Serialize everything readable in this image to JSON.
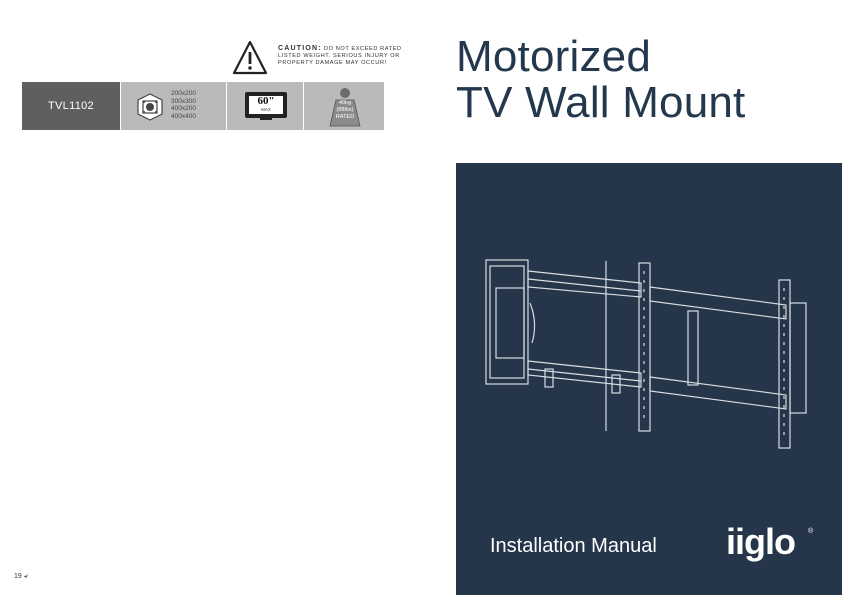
{
  "caution": {
    "title": "CAUTION:",
    "text": "DO NOT EXCEED RATED LISTED WEIGHT. SERIOUS INJURY OR PROPERTY DAMAGE MAY OCCUR!"
  },
  "specs": {
    "model": "TVL1102",
    "vesa": [
      "200x200",
      "300x300",
      "400x200",
      "400x400"
    ],
    "screen_size": "60\"",
    "screen_max": "MAX",
    "weight_kg": "40kg",
    "weight_lbs": "(88lbs)",
    "weight_rated": "RATED"
  },
  "title": {
    "line1": "Motorized",
    "line2": "TV Wall Mount"
  },
  "cover": {
    "subtitle": "Installation Manual",
    "logo": "iiglo",
    "logo_mark": "®",
    "background_color": "#25364a"
  },
  "page": {
    "number": "19"
  }
}
